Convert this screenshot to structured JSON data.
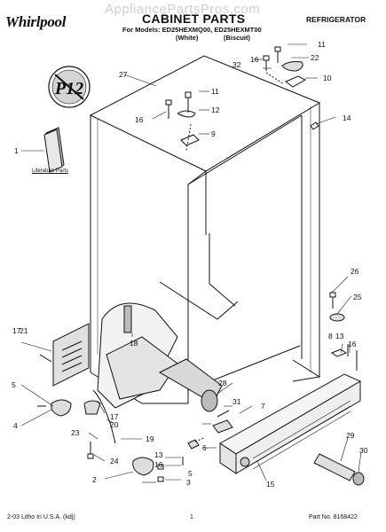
{
  "header": {
    "brand_logo": "Whirlpool",
    "watermark": "AppliancePartsPros.com",
    "title": "CABINET PARTS",
    "models_line": "For Models: ED25HEXMQ00, ED25HEXMT00",
    "variant_left": "(White)",
    "variant_right": "(Biscuit)",
    "category": "REFRIGERATOR"
  },
  "badge": "P12",
  "literature_label": "Literature Parts",
  "callouts": [
    "1",
    "2",
    "3",
    "4",
    "5",
    "6",
    "7",
    "8",
    "9",
    "10",
    "11",
    "11",
    "12",
    "13",
    "13",
    "14",
    "15",
    "16",
    "16",
    "16",
    "16",
    "17",
    "17",
    "18",
    "19",
    "20",
    "21",
    "22",
    "23",
    "24",
    "25",
    "26",
    "27",
    "28",
    "29",
    "30",
    "31",
    "32"
  ],
  "footer": {
    "left": "2-03 Litho In U.S.A. (kdj)",
    "page": "1",
    "right": "Part No. 8168422"
  }
}
